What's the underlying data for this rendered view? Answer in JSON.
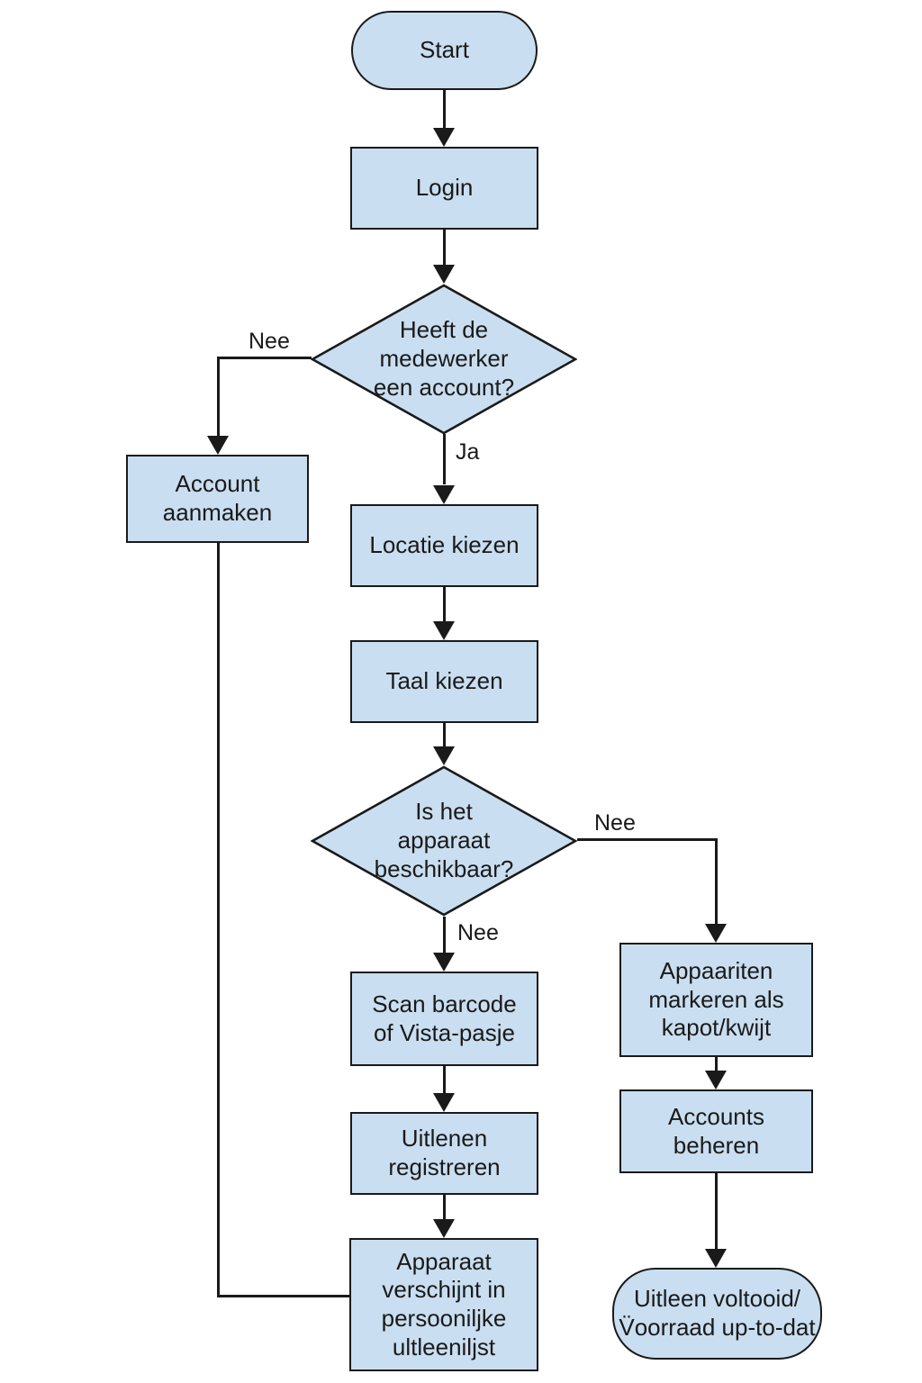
{
  "flowchart": {
    "colors": {
      "node_fill": "#c9def0",
      "node_border": "#1a1a1a",
      "connector": "#1a1a1a",
      "background": "#ffffff",
      "text": "#1a1a1a"
    },
    "nodes": {
      "start": "Start",
      "login": "Login",
      "heeft_account_decision": "Heeft de\nmedewerker\neen account?",
      "account_aanmaken": "Account\naanmaken",
      "locatie_kiezen": "Locatie kiezen",
      "taal_kiezen": "Taal kiezen",
      "beschikbaar_decision": "Is het\napparaat\nbeschikbaar?",
      "scan_barcode": "Scan barcode\nof Vista-pasje",
      "uitlenen_registreren": "Uitlenen\nregistreren",
      "apparaat_verschijnt": "Apparaat\nverschijnt in\npersooniljke\nultleeniljst",
      "apparaten_markeren": "Appaariten\nmarkeren als\nkapot/kwijt",
      "accounts_beheren": "Accounts\nbeheren",
      "uitleen_voltooid": "Uitleen voltooid/\nV̈oorraad up-to-dat"
    },
    "edge_labels": {
      "d1_nee": "Nee",
      "d1_ja": "Ja",
      "d2_nee_right": "Nee",
      "d2_nee_down": "Nee"
    }
  }
}
